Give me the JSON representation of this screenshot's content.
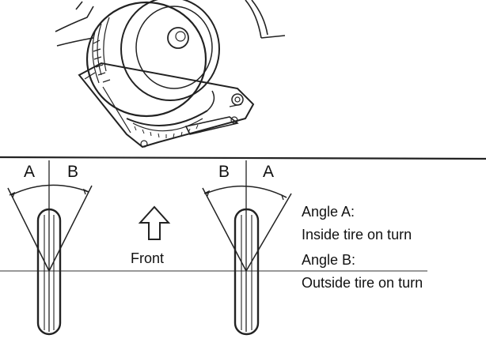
{
  "left_wheel": {
    "angle_left_label": "A",
    "angle_right_label": "B"
  },
  "right_wheel": {
    "angle_left_label": "B",
    "angle_right_label": "A"
  },
  "arrow_label": "Front",
  "legend": {
    "angle_a_title": "Angle A:",
    "angle_a_desc": "Inside tire on turn",
    "angle_b_title": "Angle B:",
    "angle_b_desc": "Outside tire on turn"
  },
  "colors": {
    "ink": "#222222",
    "paper": "#ffffff"
  }
}
